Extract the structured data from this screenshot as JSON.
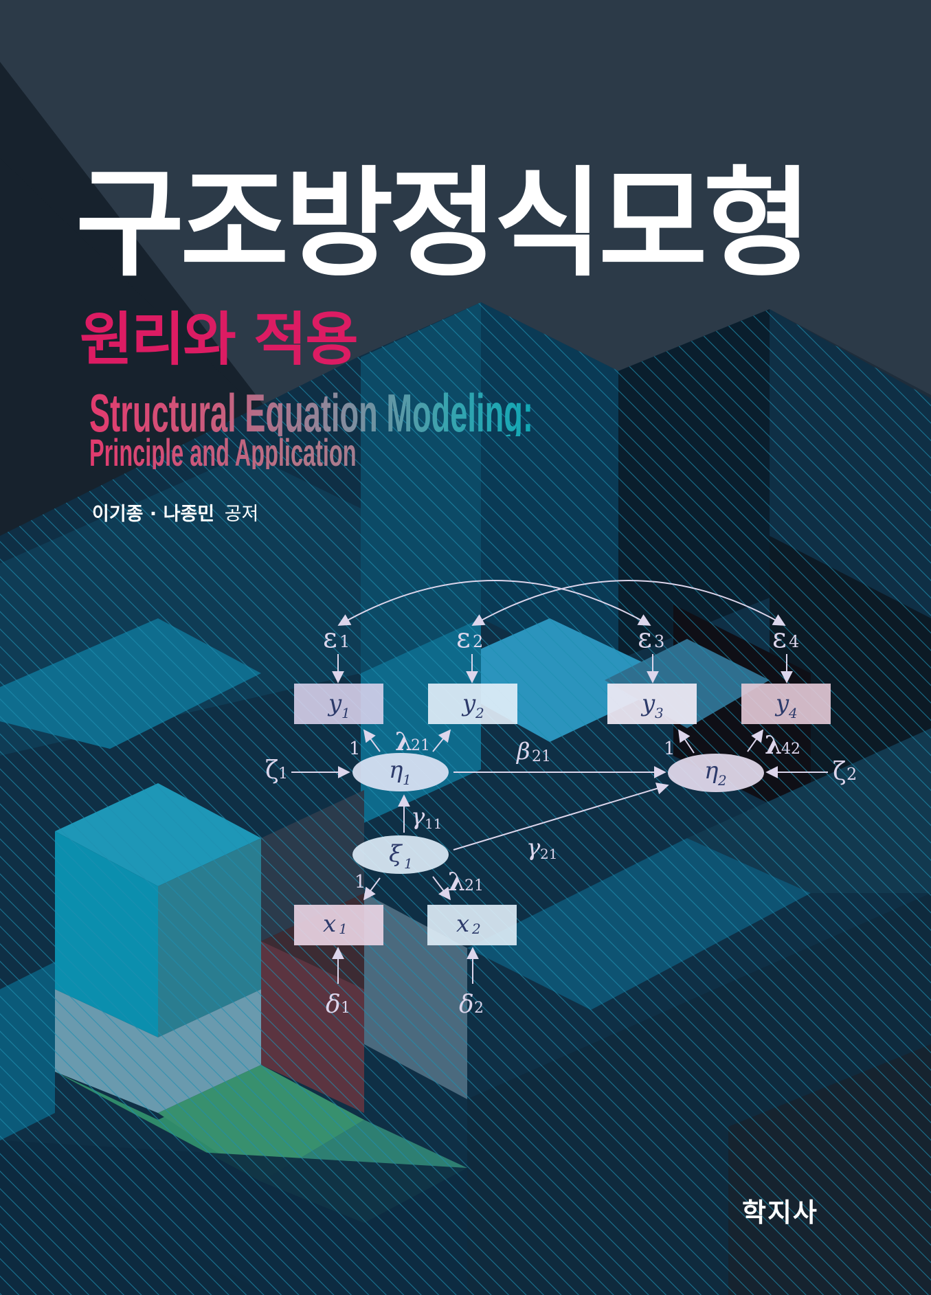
{
  "cover": {
    "title_ko": "구조방정식모형",
    "subtitle_ko": "원리와 적용",
    "subtitle_en_line1": "Structural Equation Modeling:",
    "subtitle_en_line2": "Principle and Application",
    "authors": "이기종 · 나종민",
    "author_role": "공저",
    "publisher": "학지사",
    "colors": {
      "background": "#2c3a48",
      "background_dark": "#17222d",
      "title": "#ffffff",
      "subtitle_ko": "#dc1c63",
      "accent_teal": "#11a8b5",
      "hatch": "#1d8fb0",
      "node_fill": "#e4ecf8",
      "node_fill_pink": "#f0d8e8",
      "arrow": "#ddd6ec"
    }
  },
  "diagram": {
    "errors_top": [
      {
        "symbol": "ε",
        "sub": "1"
      },
      {
        "symbol": "ε",
        "sub": "2"
      },
      {
        "symbol": "ε",
        "sub": "3"
      },
      {
        "symbol": "ε",
        "sub": "4"
      }
    ],
    "observed_y": [
      {
        "symbol": "y",
        "sub": "1"
      },
      {
        "symbol": "y",
        "sub": "2"
      },
      {
        "symbol": "y",
        "sub": "3"
      },
      {
        "symbol": "y",
        "sub": "4"
      }
    ],
    "latent_endogenous": [
      {
        "symbol": "η",
        "sub": "1"
      },
      {
        "symbol": "η",
        "sub": "2"
      }
    ],
    "latent_exogenous": {
      "symbol": "ξ",
      "sub": "1"
    },
    "observed_x": [
      {
        "symbol": "x",
        "sub": "1"
      },
      {
        "symbol": "x",
        "sub": "2"
      }
    ],
    "errors_bottom": [
      {
        "symbol": "δ",
        "sub": "1"
      },
      {
        "symbol": "δ",
        "sub": "2"
      }
    ],
    "disturbances": [
      {
        "symbol": "ζ",
        "sub": "1"
      },
      {
        "symbol": "ζ",
        "sub": "2"
      }
    ],
    "paths": {
      "eta1_y1": "1",
      "eta1_y2": {
        "symbol": "λ",
        "sub": "21"
      },
      "eta2_y3": "1",
      "eta2_y4": {
        "symbol": "λ",
        "sub": "42"
      },
      "eta1_eta2": {
        "symbol": "β",
        "sub": "21"
      },
      "xi1_eta1": {
        "symbol": "γ",
        "sub": "11"
      },
      "xi1_eta2": {
        "symbol": "γ",
        "sub": "21"
      },
      "xi1_x1": "1",
      "xi1_x2": {
        "symbol": "λ",
        "sub": "21"
      }
    }
  }
}
